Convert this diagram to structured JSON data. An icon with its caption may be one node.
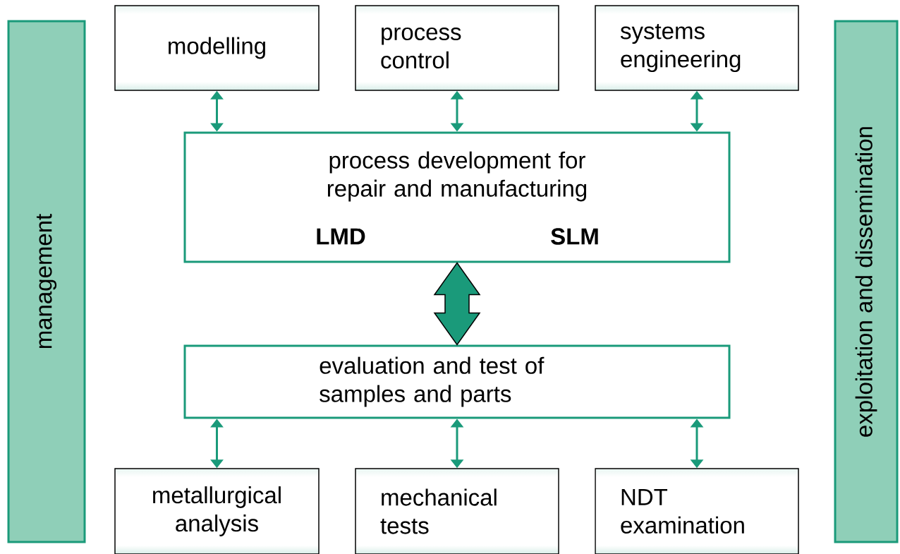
{
  "diagram": {
    "nodes": [
      {
        "text": [
          "management"
        ]
      },
      {
        "text": [
          "exploitation and dissemination"
        ]
      },
      {
        "text": [
          "modelling"
        ]
      },
      {
        "text": [
          "process control"
        ]
      },
      {
        "text": [
          "systems engineering"
        ]
      },
      {
        "text": [
          "process development for repair and manufacturing",
          "**LMD**",
          "**SLM**"
        ]
      },
      {
        "text": [
          "evaluation and test of samples and parts"
        ]
      },
      {
        "text": [
          "metallurgical analysis"
        ]
      },
      {
        "text": [
          "mechanical tests"
        ]
      },
      {
        "text": [
          "NDT examination"
        ]
      }
    ],
    "edges": [
      {
        "from": 2,
        "to": 5,
        "arrow": "both"
      },
      {
        "from": 3,
        "to": 5,
        "arrow": "both"
      },
      {
        "from": 4,
        "to": 5,
        "arrow": "both"
      },
      {
        "from": 5,
        "to": 6,
        "arrow": "both",
        "style": "thick"
      },
      {
        "from": 6,
        "to": 7,
        "arrow": "both"
      },
      {
        "from": 6,
        "to": 8,
        "arrow": "both"
      },
      {
        "from": 6,
        "to": 9,
        "arrow": "both"
      }
    ]
  }
}
